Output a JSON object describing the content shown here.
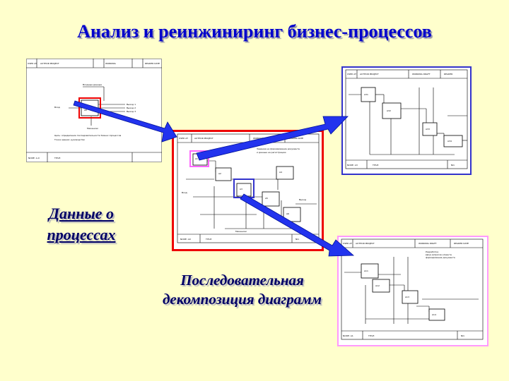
{
  "title": "Анализ и реинжиниринг бизнес-процессов",
  "left_label": "Данные о процессах",
  "center_label": "Последовательная декомпозиция диаграмм",
  "colors": {
    "background": "#ffffcc",
    "title": "#0000cc",
    "label": "#000066",
    "arrow": "#2233ee",
    "frame_red": "#ee0000",
    "frame_blue": "#3333cc",
    "frame_pink": "#ff99ff"
  }
}
